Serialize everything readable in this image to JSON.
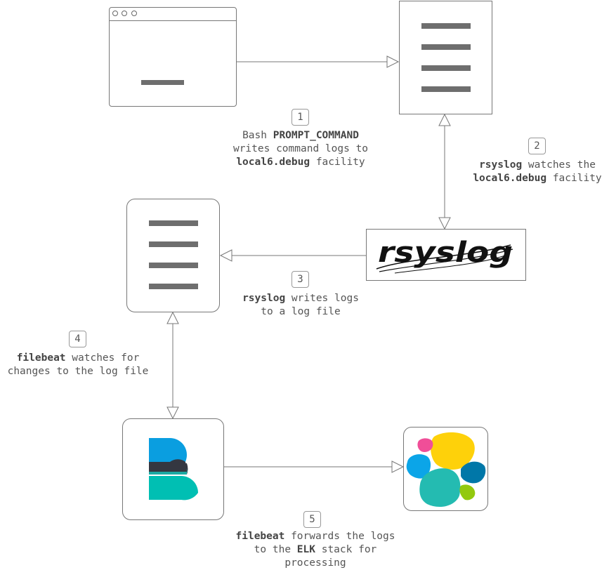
{
  "steps": [
    {
      "number": "1",
      "lines": [
        [
          "Bash ",
          "PROMPT_COMMAND",
          ""
        ],
        [
          "writes command logs to",
          "",
          ""
        ],
        [
          "",
          "local6.debug",
          " facility"
        ]
      ]
    },
    {
      "number": "2",
      "lines": [
        [
          "",
          "rsyslog",
          " watches the"
        ],
        [
          "",
          "local6.debug",
          " facility"
        ]
      ]
    },
    {
      "number": "3",
      "lines": [
        [
          "",
          "rsyslog",
          " writes logs"
        ],
        [
          "to a log file",
          "",
          ""
        ]
      ]
    },
    {
      "number": "4",
      "lines": [
        [
          "",
          "filebeat",
          " watches for"
        ],
        [
          "changes to the log file",
          "",
          ""
        ]
      ]
    },
    {
      "number": "5",
      "lines": [
        [
          "",
          "filebeat",
          " forwards the logs"
        ],
        [
          "to the ",
          "ELK",
          " stack for"
        ],
        [
          "processing",
          "",
          ""
        ]
      ]
    }
  ],
  "nodes": {
    "rsyslog_logo_text": "rsyslog",
    "terminal_icon": "terminal-prompt-icon",
    "document_icon": "text-document-icon",
    "filebeat_icon": "filebeat-logo",
    "elastic_icon": "elastic-stack-logo"
  },
  "colors": {
    "stroke": "#777777",
    "doc_lines": "#6e6e6e",
    "filebeat_blue": "#0a9ee0",
    "filebeat_dark": "#343741",
    "filebeat_teal": "#00bfb3",
    "elastic_yellow": "#fed10a",
    "elastic_pink": "#f04e98",
    "elastic_blue": "#0ba5e8",
    "elastic_teal": "#24bbb1",
    "elastic_dark_blue": "#0077a8",
    "elastic_green": "#93c90e"
  }
}
